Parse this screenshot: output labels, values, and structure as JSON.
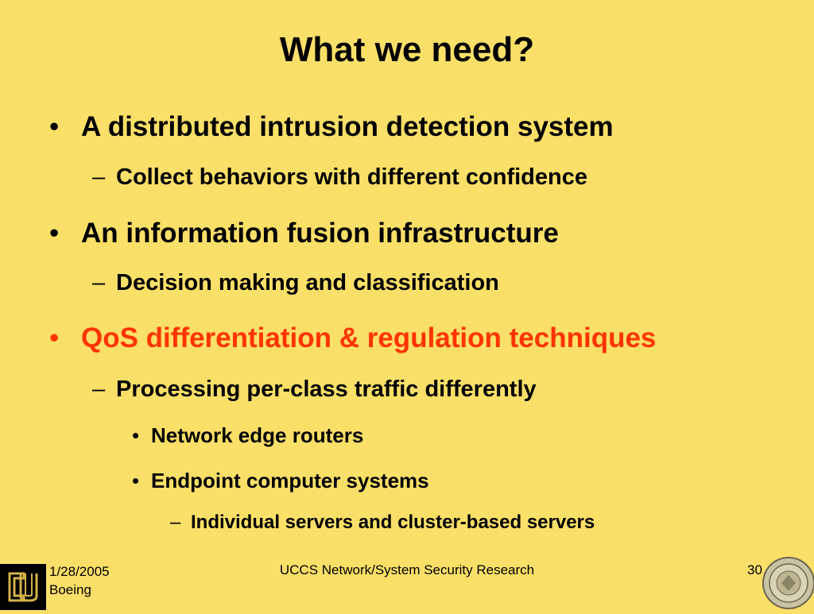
{
  "slide": {
    "title": "What we need?",
    "bullets": [
      {
        "marker": "•",
        "text": "A distributed intrusion detection system"
      },
      {
        "marker": "–",
        "text": "Collect behaviors with different confidence"
      },
      {
        "marker": "•",
        "text": "An information fusion infrastructure"
      },
      {
        "marker": "–",
        "text": "Decision making and classification"
      },
      {
        "marker": "•",
        "text": "QoS differentiation & regulation techniques"
      },
      {
        "marker": "–",
        "text": "Processing per-class traffic differently"
      },
      {
        "marker": "•",
        "text": "Network edge routers"
      },
      {
        "marker": "•",
        "text": "Endpoint computer systems"
      },
      {
        "marker": "–",
        "text": "Individual servers and cluster-based servers"
      }
    ],
    "highlight_color": "#FF3300",
    "background_color": "#FADF68"
  },
  "footer": {
    "date": "1/28/2005",
    "org": "Boeing",
    "center": "UCCS Network/System Security Research",
    "page": "30"
  },
  "logo": {
    "text": "CU",
    "icon": "cu-logo-icon"
  },
  "seal": {
    "icon": "university-seal-icon"
  }
}
